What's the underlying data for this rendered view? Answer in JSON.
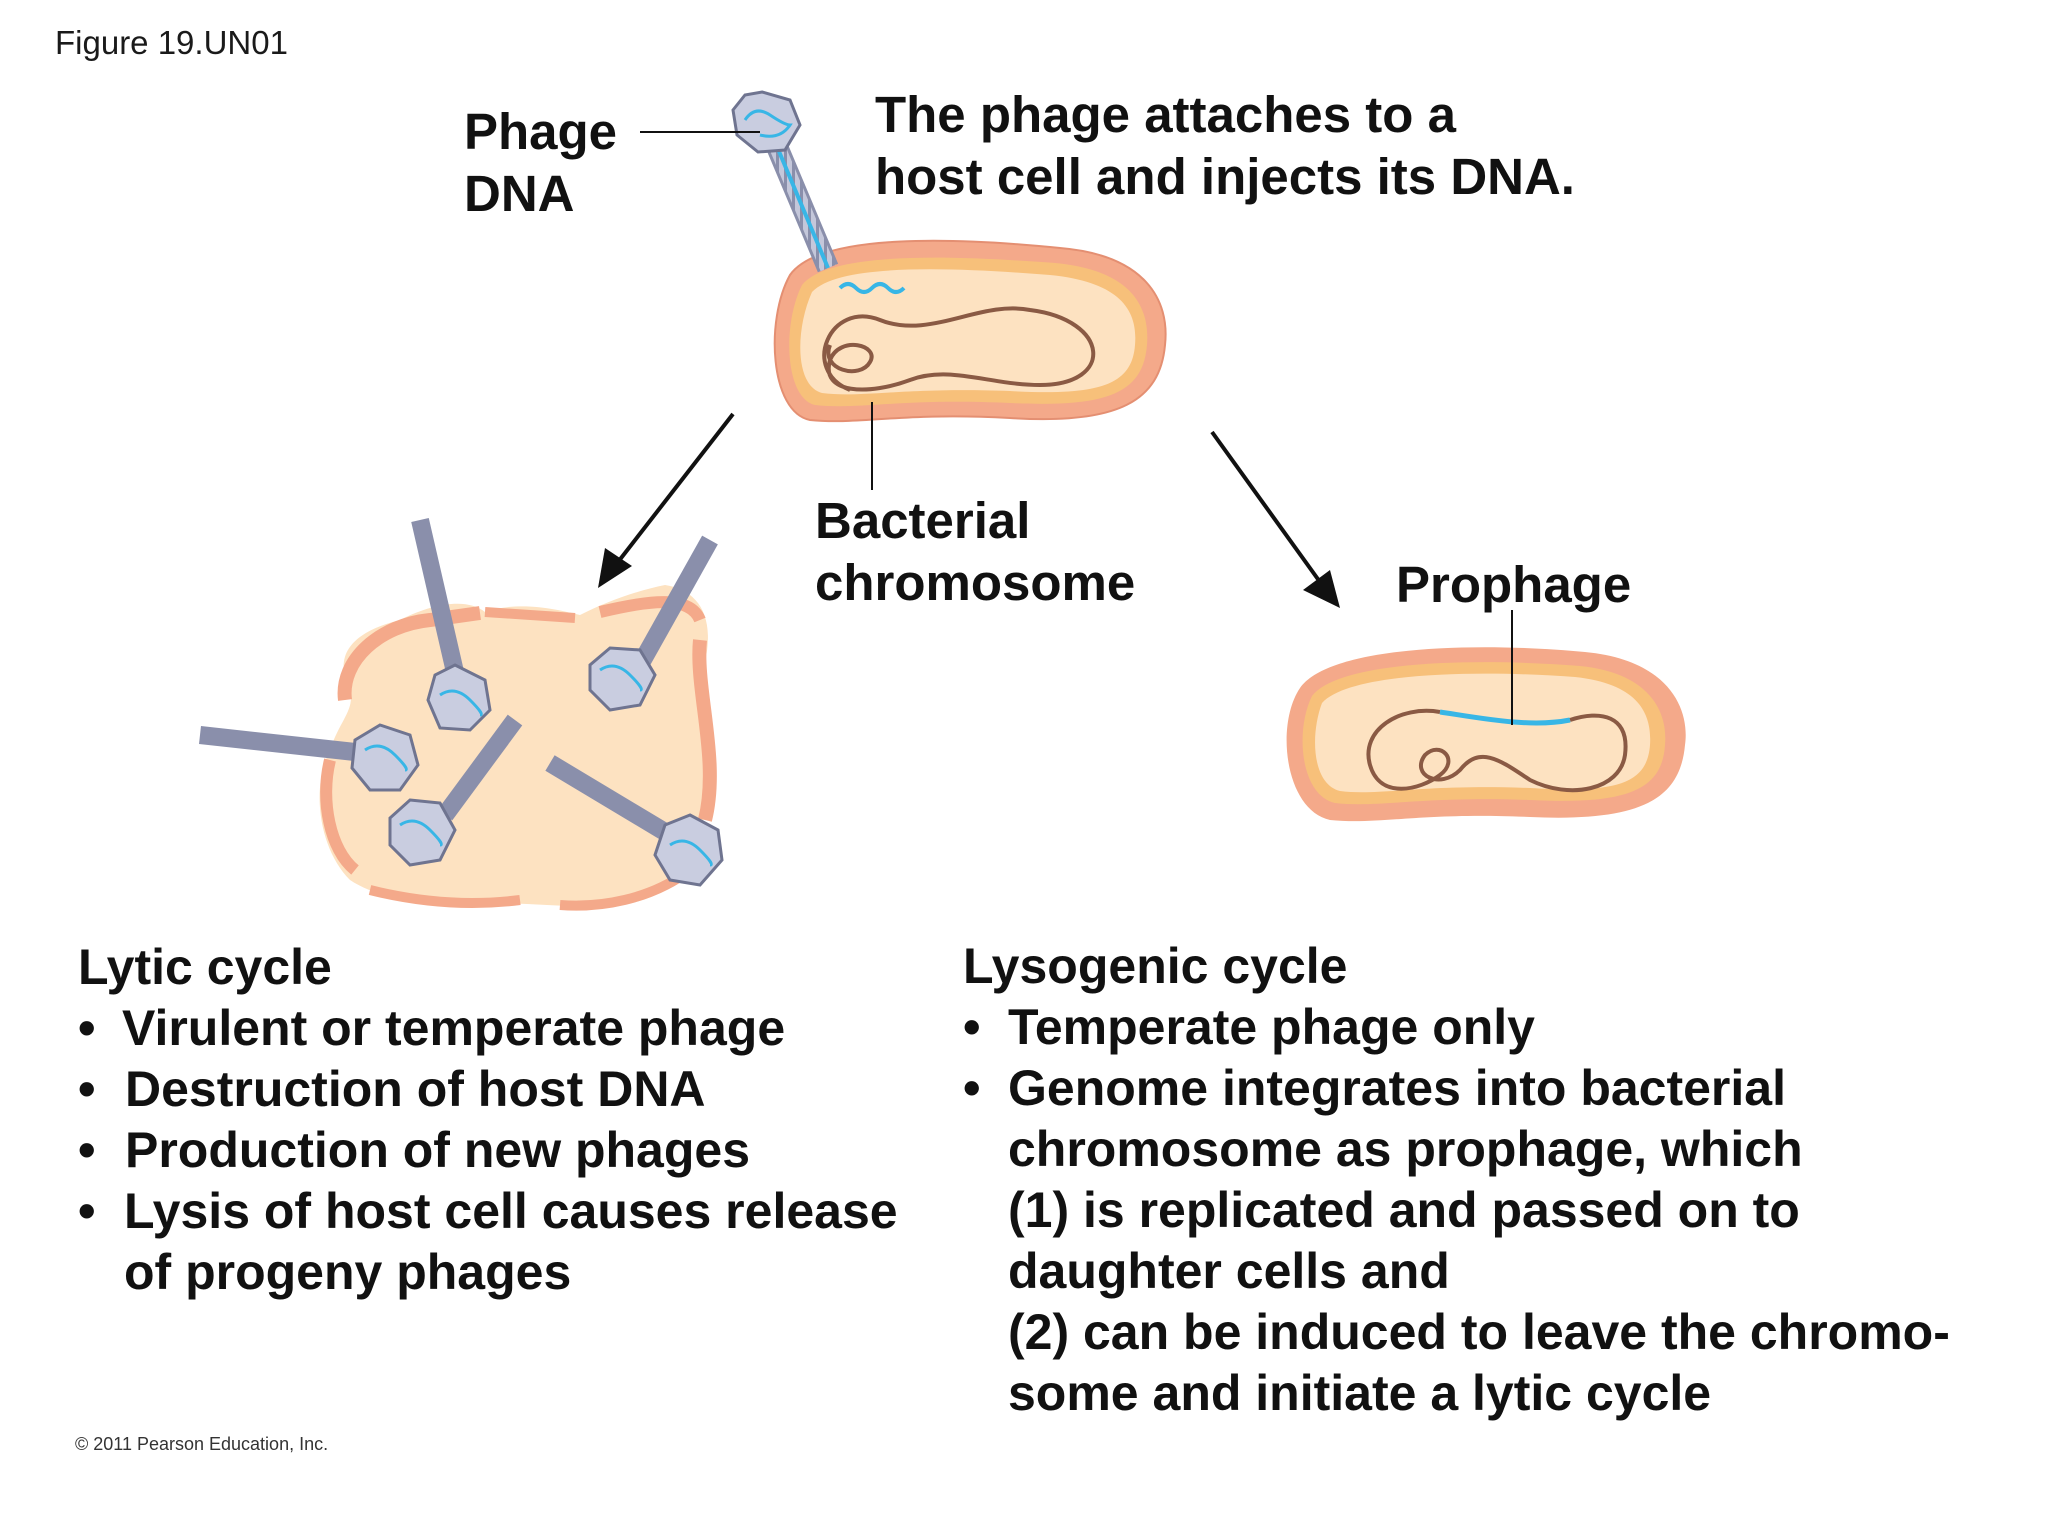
{
  "figure": {
    "label": "Figure 19.UN01"
  },
  "labels": {
    "phage_dna_line1": "Phage",
    "phage_dna_line2": "DNA",
    "attach_line1": "The phage attaches to a",
    "attach_line2": "host cell and injects its DNA.",
    "bacterial_chromosome_line1": "Bacterial",
    "bacterial_chromosome_line2": "chromosome",
    "prophage": "Prophage"
  },
  "lytic": {
    "heading": "Lytic cycle",
    "items": [
      "Virulent or temperate phage",
      "Destruction of host DNA",
      "Production of new phages",
      "Lysis of host cell causes release",
      "of progeny phages"
    ]
  },
  "lysogenic": {
    "heading": "Lysogenic cycle",
    "items": [
      "Temperate phage only",
      "Genome integrates into bacterial",
      "chromosome as prophage, which",
      "(1) is replicated and passed on to",
      "daughter cells and",
      "(2) can be induced to leave the chromo-",
      "some and initiate a lytic cycle"
    ]
  },
  "bullet_symbol": "•",
  "copyright": "© 2011 Pearson Education, Inc.",
  "colors": {
    "cell_wall": "#f4a98a",
    "cell_inner_rim": "#f7c07a",
    "cytoplasm": "#fde2c1",
    "chromosome": "#8a5a44",
    "phage_dna": "#38b6e6",
    "capsid": "#9aa0b8",
    "arrow": "#111111"
  }
}
